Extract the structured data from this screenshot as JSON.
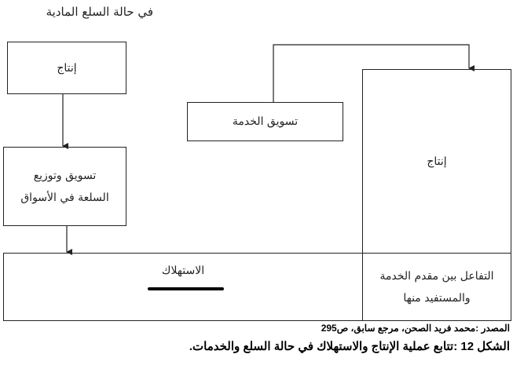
{
  "header": {
    "title": "في حالة السلع المادية"
  },
  "goods": {
    "production": "إنتاج",
    "marketing_line1": "تسويق وتوزيع",
    "marketing_line2": "السلعة في الأسواق",
    "consumption": "الاستهلاك"
  },
  "services": {
    "marketing": "تسويق الخدمة",
    "production": "إنتاج",
    "interaction_line1": "التفاعل بين مقدم الخدمة",
    "interaction_line2": "والمستفيد منها"
  },
  "footer": {
    "source": "المصدر :محمد فريد الصحن، مرجع سابق، ص295",
    "caption": "الشكل 12 :تتابع عملية الإنتاج والاستهلاك في حالة السلع والخدمات."
  }
}
